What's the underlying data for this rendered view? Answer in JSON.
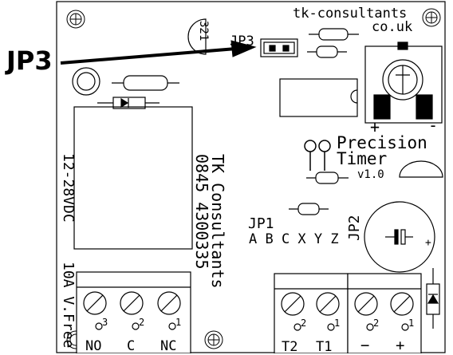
{
  "annotation": {
    "label": "JP3"
  },
  "board": {
    "company_line1": "tk-consultants",
    "company_line2": "co.uk",
    "product_line1": "Precision",
    "product_line2": "Timer",
    "version": "v1.0",
    "vertical_company": "TK Consultants",
    "vertical_phone": "0845 4300335",
    "voltage": "12-28VDC",
    "rating": "10A V.Free",
    "jp1": "JP1",
    "jp1_pins": "A B C X Y Z",
    "jp2": "JP2",
    "jp3": "JP3",
    "transistor_pins": "321",
    "pot_plus": "+",
    "pot_minus": "-",
    "cap_plus": "+"
  },
  "relay_terminals": [
    {
      "num": "3",
      "label": "NO"
    },
    {
      "num": "2",
      "label": "C"
    },
    {
      "num": "1",
      "label": "NC"
    }
  ],
  "trigger_terminals": [
    {
      "num": "2",
      "label": "T2"
    },
    {
      "num": "1",
      "label": "T1"
    }
  ],
  "power_terminals": [
    {
      "num": "2",
      "label": "−"
    },
    {
      "num": "1",
      "label": "+"
    }
  ],
  "colors": {
    "ink": "#000000",
    "board": "#ffffff"
  }
}
